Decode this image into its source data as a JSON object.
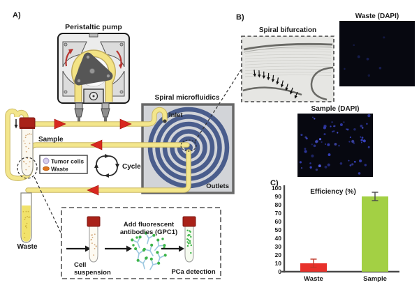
{
  "figure": {
    "panel_a_label": "A)",
    "panel_b_label": "B)",
    "panel_c_label": "C)"
  },
  "panel_a": {
    "pump_title": "Peristaltic pump",
    "chip_title": "Spiral microfluidics",
    "inlet": "Inlet",
    "outlets": "Outlets",
    "sample": "Sample",
    "waste": "Waste",
    "cycle": "Cycle",
    "legend": {
      "tumor_cells": "Tumor cells",
      "waste": "Waste"
    },
    "workflow": {
      "cell_line1": "Cell",
      "cell_line2": "suspension",
      "antibody_line1": "Add fluorescent",
      "antibody_line2": "antibodies (GPC1)",
      "pca": "PCa detection"
    }
  },
  "panel_b": {
    "bifurcation_title": "Spiral bifurcation",
    "waste_dapi": "Waste (DAPI)",
    "sample_dapi": "Sample (DAPI)",
    "waste_dapi_cell_count": 7,
    "sample_dapi_cell_count": 65,
    "bifurcation_arrow_count": 10
  },
  "chart_data": {
    "type": "bar",
    "title": "Efficiency (%)",
    "categories": [
      "Waste",
      "Sample"
    ],
    "values": [
      10,
      90
    ],
    "error_bars": [
      5,
      5
    ],
    "bar_colors": [
      "#e8312b",
      "#a3d044"
    ],
    "error_colors": [
      "#c0392b",
      "#4a4a4a"
    ],
    "ylabel": "",
    "ylim": [
      0,
      100
    ],
    "ytick_step": 10,
    "grid": false,
    "legend_position": "none"
  },
  "colors": {
    "tube_yellow": "#f3e68c",
    "arrow_red": "#d8281f",
    "spiral_blue": "#4a5d8c",
    "chip_bg": "#d2d4d8",
    "cap_red": "#a92219",
    "dapi_dot_blue": "#3742c0",
    "antibody_blue": "#9cc8e0",
    "antibody_green": "#3db54a",
    "waste_liquid": "#f1e26a"
  }
}
